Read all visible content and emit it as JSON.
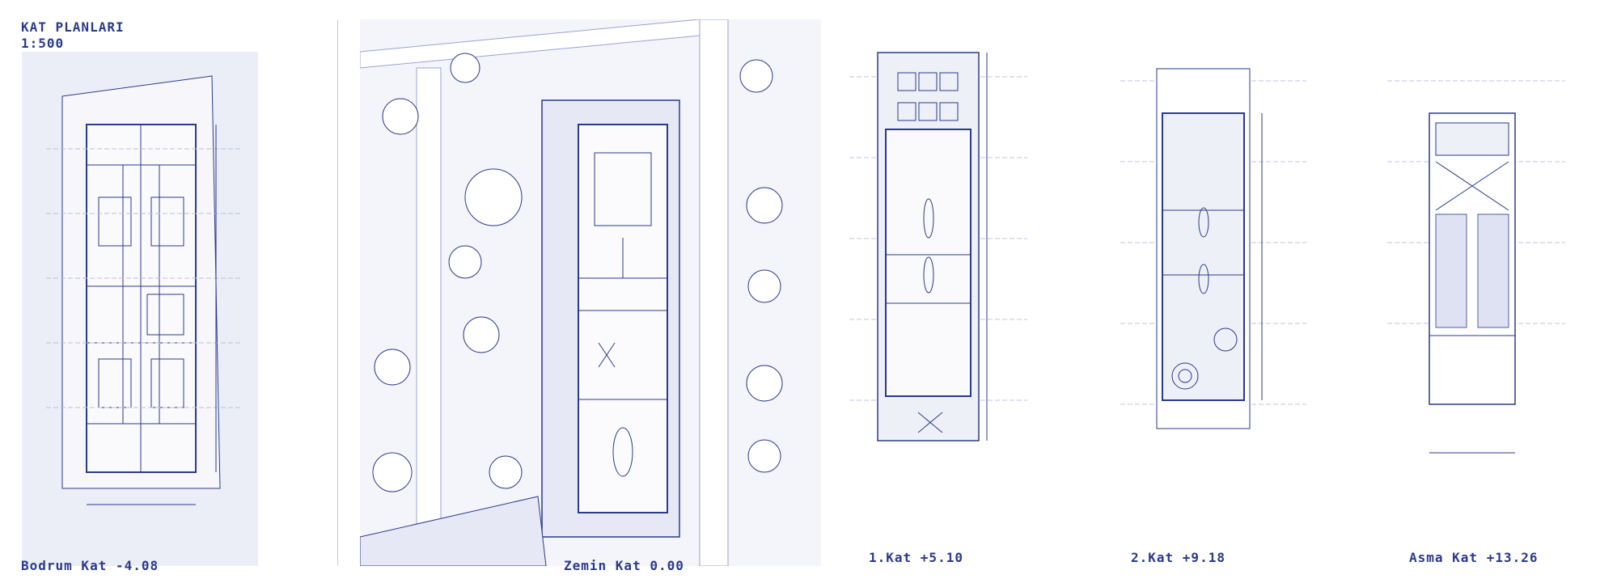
{
  "sheet": {
    "title_line1": "KAT PLANLARI",
    "title_line2": "1:500"
  },
  "plans": [
    {
      "label": "Bodrum Kat -4.08"
    },
    {
      "label": "Zemin Kat 0.00"
    },
    {
      "label": "1.Kat +5.10"
    },
    {
      "label": "2.Kat +9.18"
    },
    {
      "label": "Asma Kat +13.26"
    }
  ],
  "colors": {
    "ink": "#2a3a8c",
    "paper": "#ffffff",
    "tint": "#e9ebf6"
  }
}
